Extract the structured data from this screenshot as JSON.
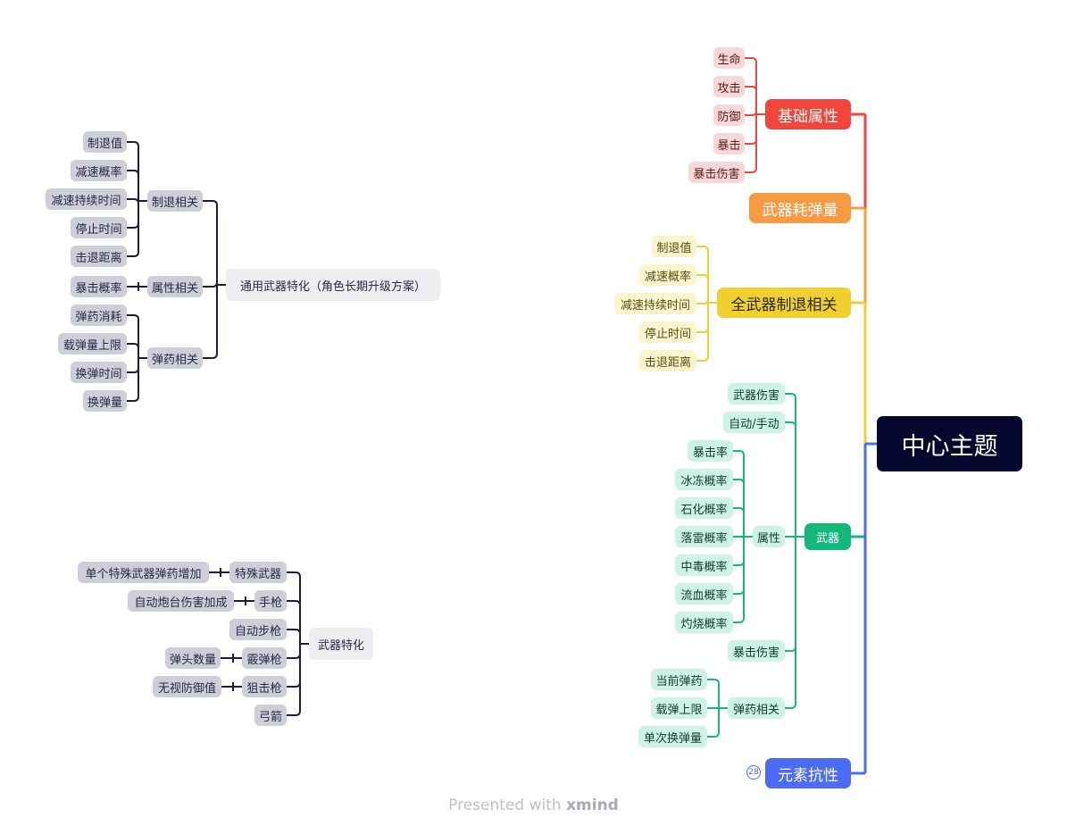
{
  "center": {
    "text": "中心主题",
    "color": "#05062e"
  },
  "branches": [
    {
      "key": "basic",
      "text": "基础属性",
      "color": "#f0463c",
      "children": [
        "生命",
        "攻击",
        "防御",
        "暴击",
        "暴击伤害"
      ]
    },
    {
      "key": "ammo",
      "text": "武器耗弹量",
      "color": "#f69a44",
      "children": []
    },
    {
      "key": "repel",
      "text": "全武器制退相关",
      "color": "#f0d030",
      "children": [
        "制退值",
        "减速概率",
        "减速持续时间",
        "停止时间",
        "击退距离"
      ]
    },
    {
      "key": "weapon",
      "text": "武器",
      "color": "#14b87b",
      "children": [
        {
          "text": "武器伤害"
        },
        {
          "text": "自动/手动"
        },
        {
          "text": "属性",
          "children": [
            "暴击率",
            "冰冻概率",
            "石化概率",
            "落雷概率",
            "中毒概率",
            "流血概率",
            "灼烧概率"
          ]
        },
        {
          "text": "暴击伤害"
        },
        {
          "text": "弹药相关",
          "children": [
            "当前弹药",
            "载弹上限",
            "单次换弹量"
          ]
        }
      ]
    },
    {
      "key": "element",
      "text": "元素抗性",
      "color": "#4a6cf7",
      "children": [],
      "collapsed_count": "28"
    }
  ],
  "floating": [
    {
      "key": "general",
      "text": "通用武器特化（角色长期升级方案）",
      "children": [
        {
          "text": "制退相关",
          "children": [
            "制退值",
            "减速概率",
            "减速持续时间",
            "停止时间",
            "击退距离"
          ]
        },
        {
          "text": "属性相关",
          "children": [
            "暴击概率"
          ]
        },
        {
          "text": "弹药相关",
          "children": [
            "弹药消耗",
            "载弹量上限",
            "换弹时间",
            "换弹量"
          ]
        }
      ]
    },
    {
      "key": "special",
      "text": "武器特化",
      "children": [
        {
          "text": "特殊武器",
          "children": [
            "单个特殊武器弹药增加"
          ]
        },
        {
          "text": "手枪",
          "children": [
            "自动炮台伤害加成"
          ]
        },
        {
          "text": "自动步枪",
          "children": []
        },
        {
          "text": "霰弹枪",
          "children": [
            "弹头数量"
          ]
        },
        {
          "text": "狙击枪",
          "children": [
            "无视防御值"
          ]
        },
        {
          "text": "弓箭",
          "children": []
        }
      ]
    }
  ],
  "footer": {
    "prefix": "Presented with ",
    "brand": "xmind"
  },
  "colors": {
    "floating_line": "#1b1d3a",
    "node_gray": "#cdced8"
  }
}
